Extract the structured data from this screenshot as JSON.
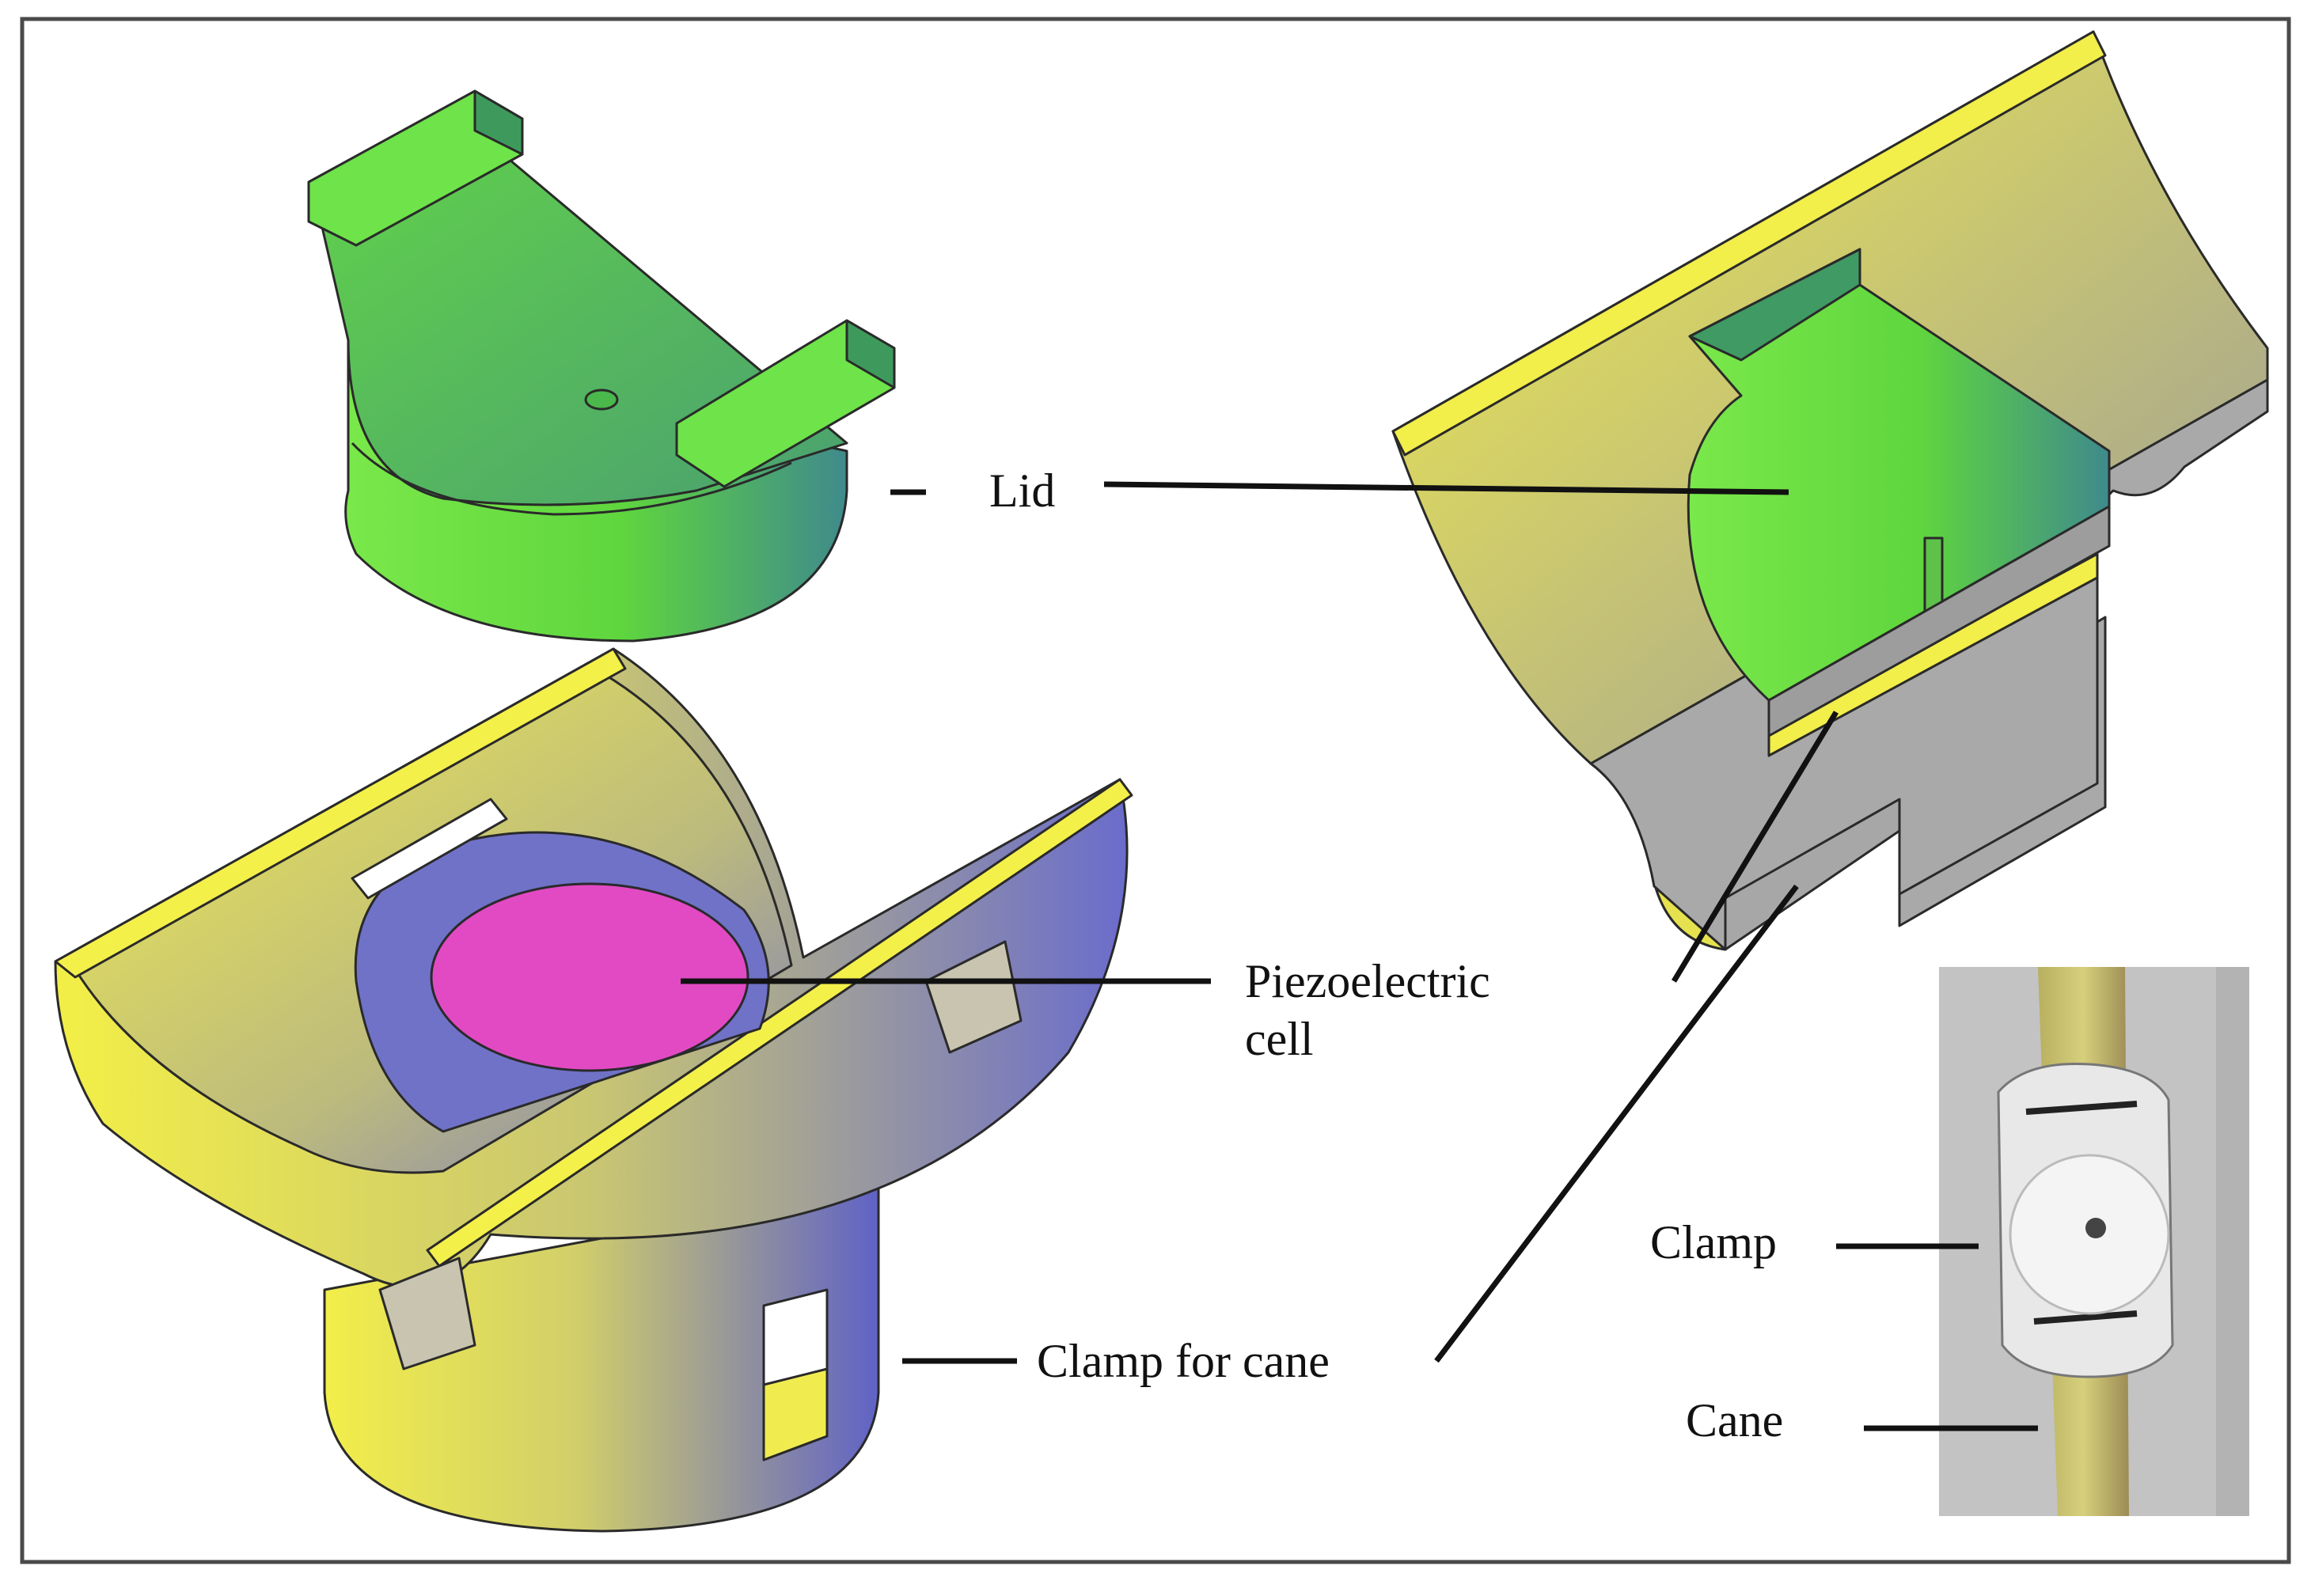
{
  "labels": {
    "lid": "Lid",
    "piezo_line1": "Piezoelectric",
    "piezo_line2": "cell",
    "clamp_for_cane": "Clamp for cane",
    "clamp": "Clamp",
    "cane": "Cane"
  },
  "colors": {
    "lid_green": "#63e03c",
    "lid_green_dark": "#3f9a64",
    "tube_yellow": "#f2ee4a",
    "tube_blue": "#6668c8",
    "piezo_magenta": "#e24ac4",
    "section_gray": "#a9a9a9",
    "photo_gray": "#c2c2c2"
  }
}
